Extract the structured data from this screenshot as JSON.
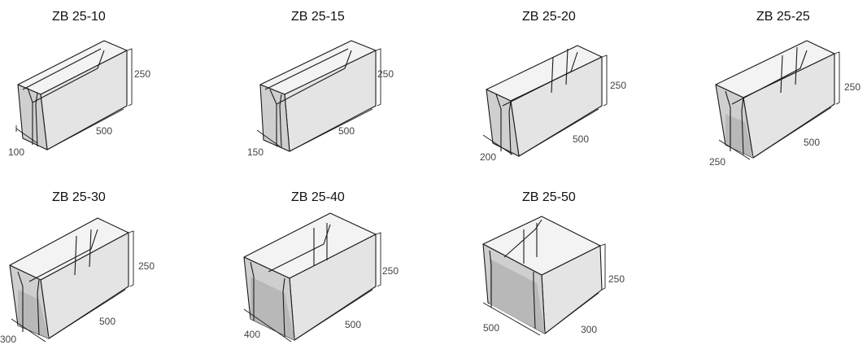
{
  "blocks": [
    {
      "title": "ZB 25-10",
      "height_label": "250",
      "length_label": "500",
      "width_label": "100"
    },
    {
      "title": "ZB 25-15",
      "height_label": "250",
      "length_label": "500",
      "width_label": "150"
    },
    {
      "title": "ZB 25-20",
      "height_label": "250",
      "length_label": "500",
      "width_label": "200"
    },
    {
      "title": "ZB 25-25",
      "height_label": "250",
      "length_label": "500",
      "width_label": "250"
    },
    {
      "title": "ZB 25-30",
      "height_label": "250",
      "length_label": "500",
      "width_label": "300"
    },
    {
      "title": "ZB 25-40",
      "height_label": "250",
      "length_label": "500",
      "width_label": "400"
    },
    {
      "title": "ZB 25-50",
      "height_label": "250",
      "length_label": "300",
      "width_label": "500"
    }
  ]
}
